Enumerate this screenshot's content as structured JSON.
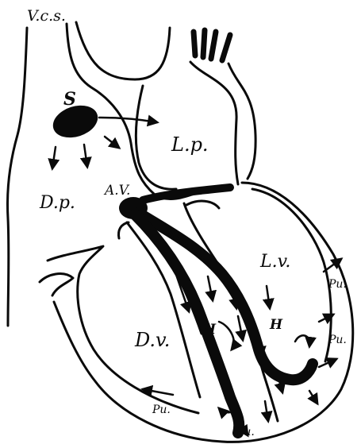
{
  "diagram": {
    "labels": {
      "vcs": "V.c.s.",
      "sinus_node": "S",
      "left_atrium": "L.p.",
      "right_atrium": "D.p.",
      "av_node": "A.V.",
      "left_ventricle": "L.v.",
      "right_ventricle": "D.v.",
      "his_left": "H",
      "his_right": "H",
      "purkinje_1": "Pu.",
      "purkinje_2": "Pu.",
      "purkinje_3": "Pu.",
      "purkinje_4": "Pu."
    },
    "colors": {
      "ink": "#0a0a0a",
      "paper": "#ffffff"
    }
  }
}
